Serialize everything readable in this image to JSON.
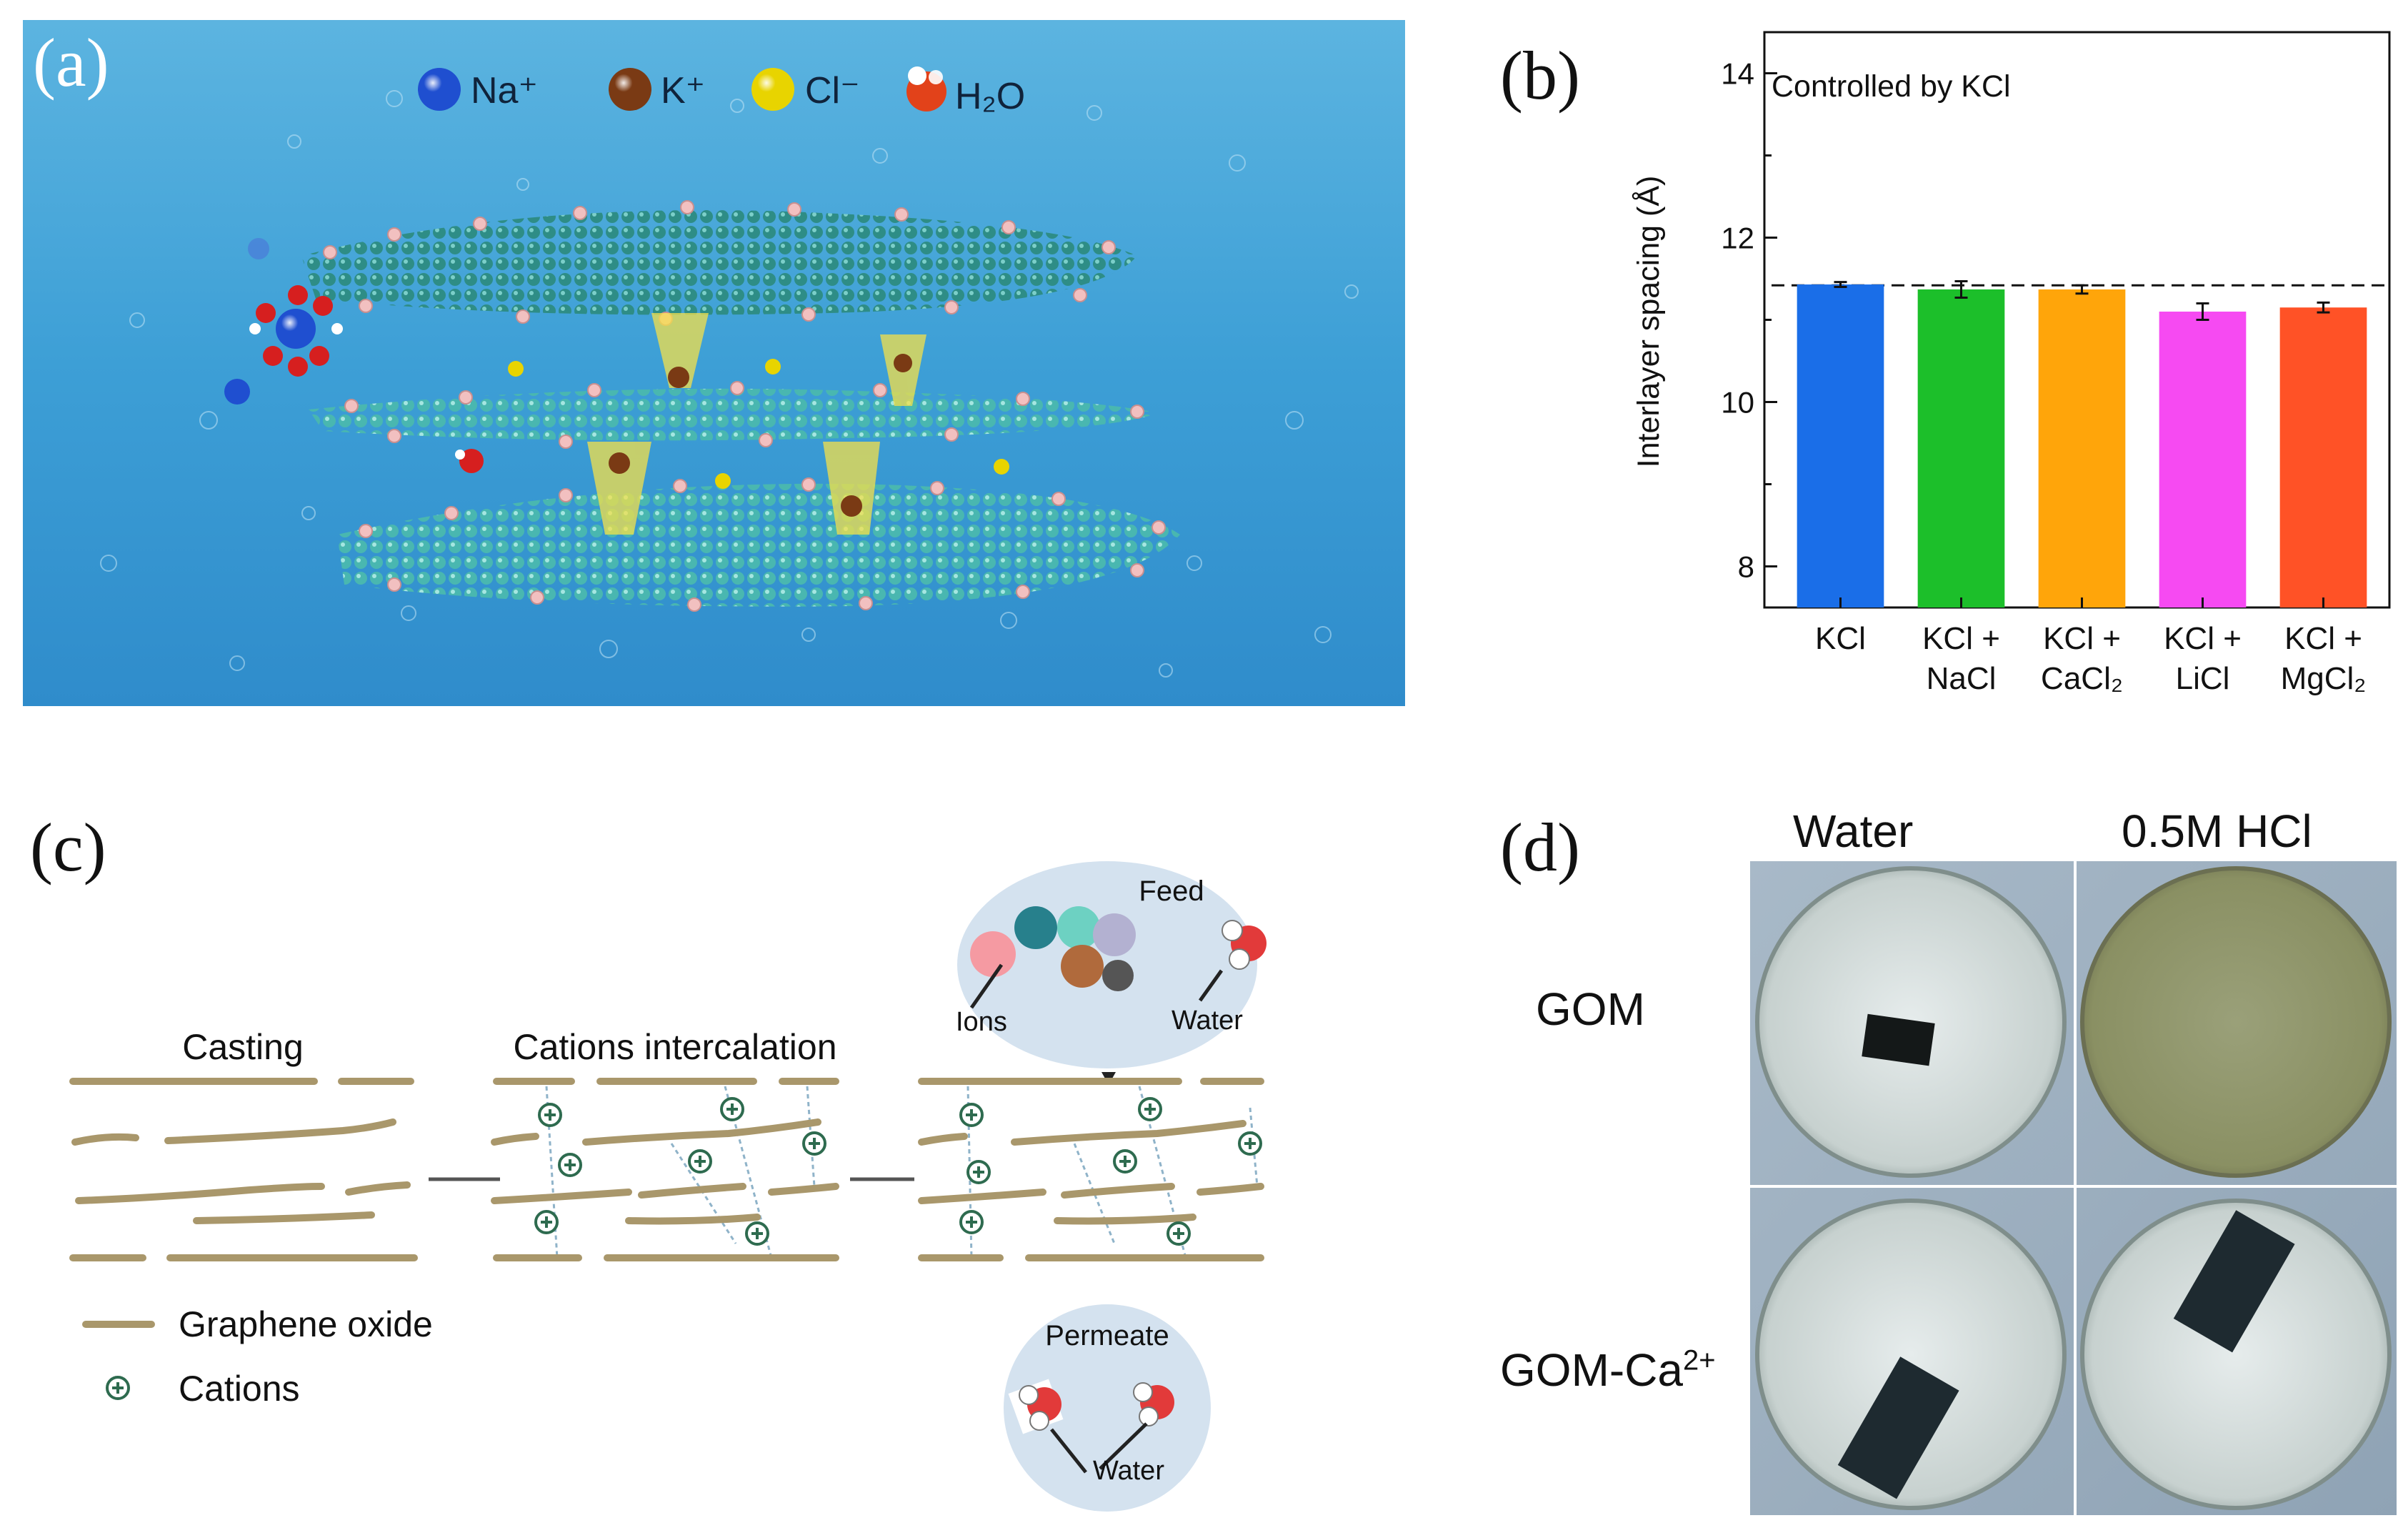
{
  "panel_labels": {
    "a": "(a)",
    "b": "(b)",
    "c": "(c)",
    "d": "(d)"
  },
  "panel_a": {
    "legend": [
      {
        "label": "Na⁺",
        "color": "#1f4fd0"
      },
      {
        "label": "K⁺",
        "color": "#7a3a14"
      },
      {
        "label": "Cl⁻",
        "color": "#e8d400"
      },
      {
        "label": "H₂O",
        "color": "#e2421a"
      }
    ]
  },
  "chart_data": {
    "type": "bar",
    "title": "",
    "annotation": "Controlled by KCl",
    "xlabel": "",
    "ylabel": "Interlayer spacing (Å)",
    "ylim": [
      7.5,
      14.5
    ],
    "yticks": [
      8,
      10,
      12,
      14
    ],
    "categories": [
      [
        "KCl"
      ],
      [
        "KCl +",
        "NaCl"
      ],
      [
        "KCl +",
        "CaCl₂"
      ],
      [
        "KCl +",
        "LiCl"
      ],
      [
        "KCl +",
        "MgCl₂"
      ]
    ],
    "values": [
      11.43,
      11.37,
      11.37,
      11.1,
      11.15
    ],
    "errors": [
      0.03,
      0.1,
      0.05,
      0.1,
      0.06
    ],
    "colors": [
      "#1a6ee8",
      "#1cbf2a",
      "#ffa50a",
      "#f64af2",
      "#ff5226"
    ],
    "reference_line": 11.42,
    "grid": false
  },
  "panel_c": {
    "casting": "Casting",
    "intercalation": "Cations intercalation",
    "feed": "Feed",
    "ions": "Ions",
    "water_feed": "Water",
    "permeate": "Permeate",
    "water_permeate": "Water",
    "legend_go": "Graphene oxide",
    "legend_cations": "Cations",
    "go_color": "#a9976b",
    "cation_color": "#2e6b4f"
  },
  "panel_d": {
    "col_water": "Water",
    "col_hcl": "0.5M HCl",
    "row_gom": "GOM",
    "row_gomca": "GOM-Ca",
    "row_gomca_sup": "2+"
  }
}
